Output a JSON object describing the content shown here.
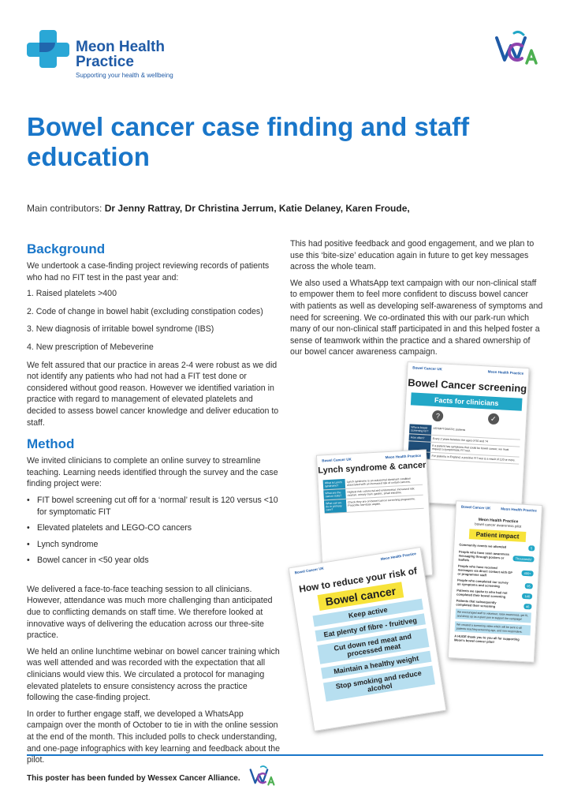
{
  "header": {
    "practice_name_line1": "Meon Health",
    "practice_name_line2": "Practice",
    "practice_tagline": "Supporting your health & wellbeing"
  },
  "title": "Bowel cancer case finding and staff education",
  "contributors": {
    "label": "Main contributors:",
    "names": "Dr Jenny Rattray, Dr Christina Jerrum, Katie Delaney, Karen Froude,"
  },
  "background": {
    "heading": "Background",
    "intro": "We undertook a case-finding project reviewing records of patients who had no FIT test in the past year and:",
    "items": [
      "1. Raised platelets >400",
      "2. Code of change in bowel habit (excluding constipation codes)",
      "3. New diagnosis of irritable bowel syndrome (IBS)",
      "4. New prescription of Mebeverine"
    ],
    "para": "We felt assured that our practice in areas 2-4 were robust as we did not identify any patients who had not had a FIT test done or considered without good reason. However we identified variation in practice with regard to management of elevated platelets and decided to assess bowel cancer knowledge and deliver education to staff."
  },
  "method": {
    "heading": "Method",
    "intro": "We invited clinicians to complete an online survey to streamline teaching. Learning needs identified through the survey and the case finding project were:",
    "bullets": [
      "FIT bowel screening cut off for a ‘normal’ result is 120 versus <10 for symptomatic FIT",
      "Elevated platelets and LEGO-CO cancers",
      "Lynch syndrome",
      "Bowel cancer in <50 year olds"
    ],
    "para1": "We delivered a face-to-face teaching session to all clinicians. However, attendance was much more challenging than anticipated due to conflicting demands on staff time. We therefore looked at innovative ways of delivering the education across our three-site practice.",
    "para2": "We held an online lunchtime webinar on bowel cancer training which was well attended and was recorded with the expectation that all clinicians would view this. We circulated a protocol for managing elevated platelets to ensure consistency across the practice following the case-finding project.",
    "para3": "In order to further engage staff, we developed a WhatsApp campaign over the month of October to tie in with the online session at the end of the month. This included polls to check understanding, and one-page infographics with key learning and feedback about the pilot."
  },
  "right": {
    "para1": "This had positive feedback and good engagement, and we plan to use this ‘bite-size’ education again in future to get key messages across the whole team.",
    "para2": "We also used a WhatsApp text campaign with our non-clinical staff to empower them to feel more confident to discuss bowel cancer with patients as well as developing self-awareness of symptoms and need for screening. We co-ordinated this with our park-run which many of our non-clinical staff participated in and this helped foster a sense of teamwork within the practice and a shared ownership of our bowel cancer awareness campaign."
  },
  "infographics": {
    "screening": {
      "logo_left": "Bowel Cancer UK",
      "logo_right": "Meon Health Practice",
      "title": "Bowel Cancer screening",
      "band": "Facts for clinicians",
      "rows": [
        {
          "label": "Who is bowel screening for?",
          "text": "ASYMPTOMATIC patients"
        },
        {
          "label": "How often?",
          "text": "Every 2 years between the ages of 50 and 74"
        },
        {
          "label": "",
          "text": "If a patient has symptoms that could be bowel cancer, we must request a symptomatic FIT test."
        },
        {
          "label": "",
          "text": "For patients in England, a positive FIT test is a result of 120 or more."
        }
      ]
    },
    "lynch": {
      "logo_left": "Bowel Cancer UK",
      "logo_right": "Meon Health Practice",
      "title": "Lynch syndrome & cancer",
      "rows": [
        {
          "label": "What is Lynch syndrome?",
          "text": "Lynch syndrome is an autosomal dominant condition associated with an increased risk of certain cancers."
        },
        {
          "label": "What are the cancer risks?",
          "text": "Highest risk: colorectal and endometrial. Increased risk: ovarian, urinary tract, gastric, small intestine."
        },
        {
          "label": "What can we do in primary care?",
          "text": "Check they are on bowel cancer screening programme. Prescribe low-dose aspirin."
        }
      ]
    },
    "pilot": {
      "logo_left": "Bowel Cancer UK",
      "logo_right": "Meon Health Practice",
      "heading": "Meon Health Practice",
      "subheading": "bowel cancer awareness pilot",
      "band": "Patient impact",
      "stats": [
        {
          "label": "Community events we attended",
          "value": "5"
        },
        {
          "label": "People who have seen awareness messaging through posters or leaflets",
          "value": "Thousands!"
        },
        {
          "label": "People who have received messages via direct contact with GP or programme staff",
          "value": "400+"
        },
        {
          "label": "People who completed our survey on symptoms and screening",
          "value": "95"
        },
        {
          "label": "Patients we spoke to who had not completed their bowel screening",
          "value": "146"
        },
        {
          "label": "Patients that subsequently completed their screening",
          "value": "46"
        }
      ],
      "box1": "We encouraged staff to volunteer, raise awareness, get fit, and dress up as a giant poo to support the campaign!",
      "box2": "We created a screening video which will be sent to all patients reaching screening age, and non-responders.",
      "thanks": "A HUGE thank you to you all for supporting Meon's bowel cancer pilot!"
    },
    "reduce": {
      "logo_left": "Bowel Cancer UK",
      "logo_right": "Meon Health Practice",
      "title": "How to reduce your risk of",
      "highlight": "Bowel cancer",
      "tips": [
        "Keep active",
        "Eat plenty of fibre - fruit/veg",
        "Cut down red meat and processed meat",
        "Maintain a healthy weight",
        "Stop smoking and reduce alcohol"
      ]
    }
  },
  "footer": {
    "funded": "This poster has been funded by Wessex Cancer Alliance."
  },
  "colors": {
    "accent": "#1976c9",
    "brand_navy": "#1f5aa6",
    "teal": "#22a7c7",
    "highlight_yellow": "#f7e33a"
  }
}
